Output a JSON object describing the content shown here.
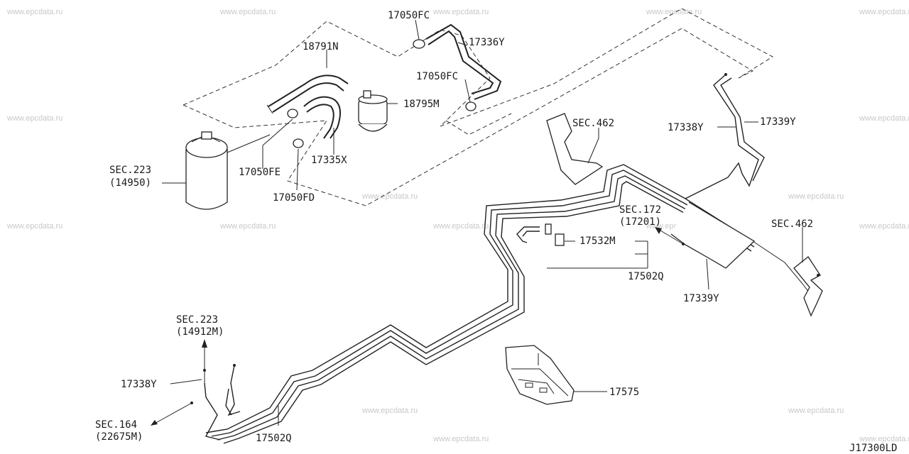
{
  "watermark": "www.epcdata.ru",
  "diagram_code": "J17300LD",
  "labels": {
    "p17050FC_top": "17050FC",
    "p17336Y": "17336Y",
    "p17050FC_mid": "17050FC",
    "p18791N": "18791N",
    "p18795M": "18795M",
    "p17335X": "17335X",
    "p17050FE": "17050FE",
    "p17050FD": "17050FD",
    "sec223_a": "SEC.223",
    "sec223_a_ref": "(14950)",
    "sec462_a": "SEC.462",
    "p17338Y_right": "17338Y",
    "p17339Y_right": "17339Y",
    "sec172": "SEC.172",
    "sec172_ref": "(17201)",
    "p17532M": "17532M",
    "p17502Q_mid": "17502Q",
    "sec462_b": "SEC.462",
    "p17339Y_low": "17339Y",
    "sec223_b": "SEC.223",
    "sec223_b_ref": "(14912M)",
    "p17338Y_left": "17338Y",
    "sec164": "SEC.164",
    "sec164_ref": "(22675M)",
    "p17575": "17575",
    "p17502Q_bottom": "17502Q"
  }
}
